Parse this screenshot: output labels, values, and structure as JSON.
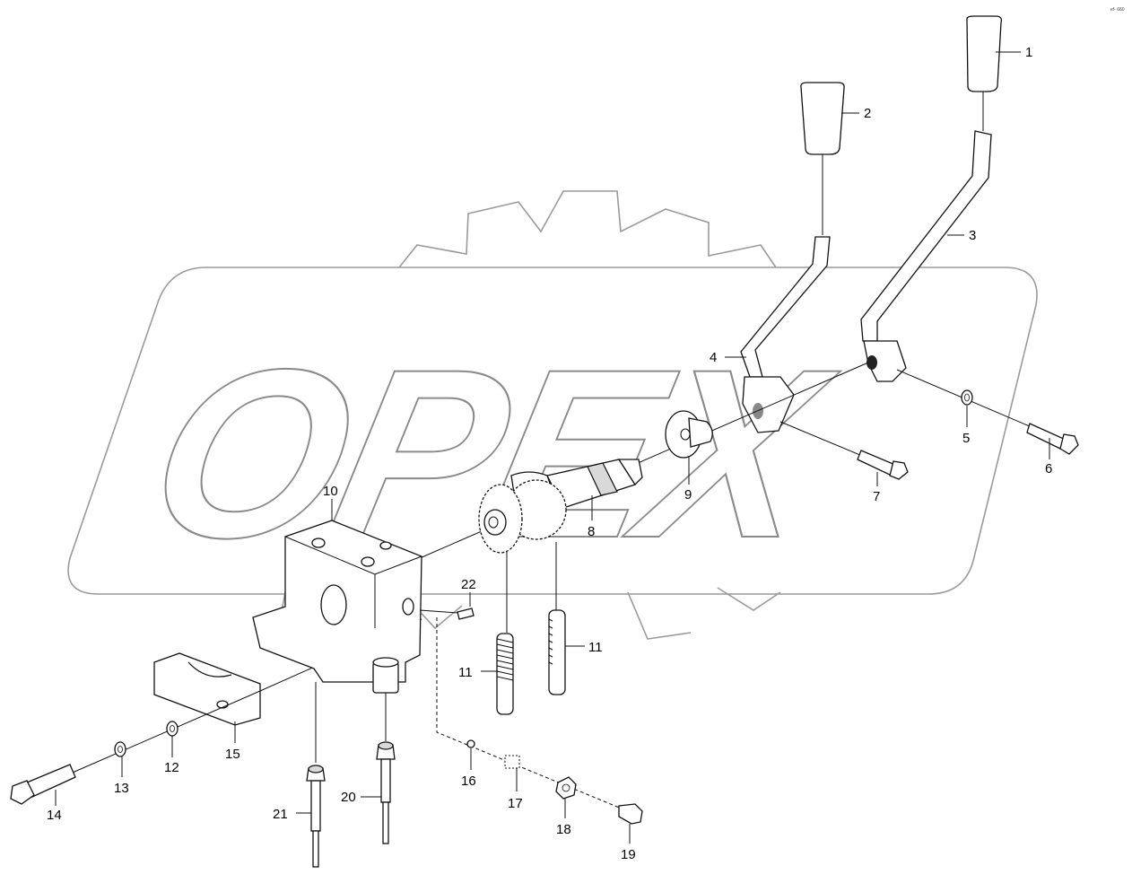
{
  "watermark": {
    "text": "OPEX"
  },
  "corner_code": "ef- 660",
  "callouts": [
    "1",
    "2",
    "3",
    "4",
    "5",
    "6",
    "7",
    "8",
    "9",
    "10",
    "11",
    "11",
    "12",
    "13",
    "14",
    "15",
    "16",
    "17",
    "18",
    "19",
    "20",
    "21",
    "22"
  ]
}
